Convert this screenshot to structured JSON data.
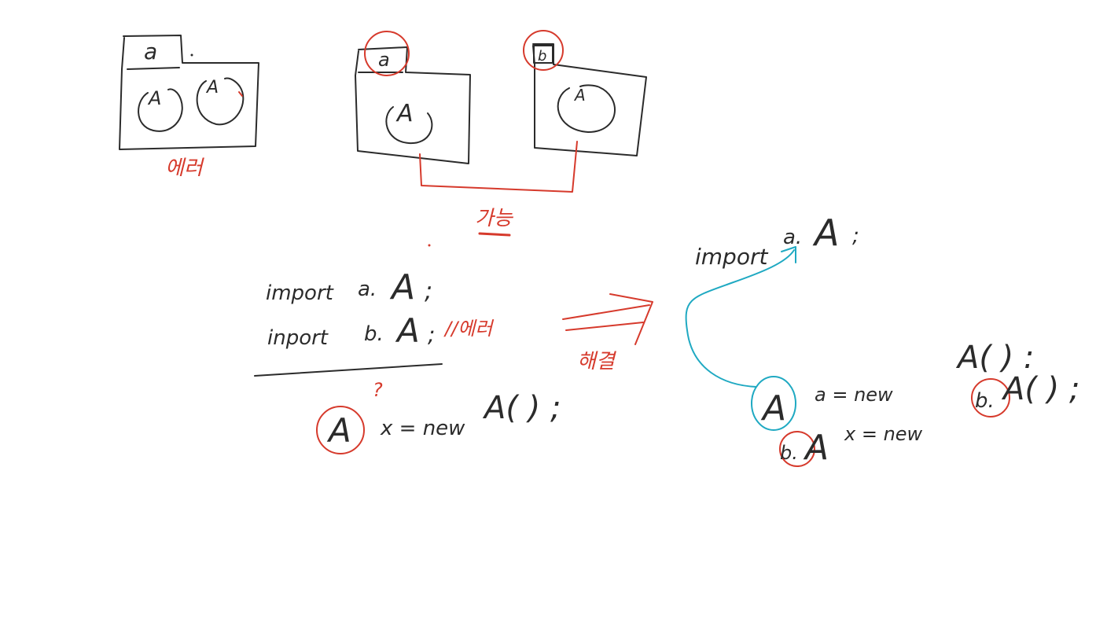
{
  "colors": {
    "ink": "#2b2b2b",
    "red": "#d63a2c",
    "cyan": "#1fa9c2",
    "background": "#ffffff"
  },
  "packages": {
    "left": {
      "tab_label": "a",
      "classes": [
        "A",
        "A"
      ],
      "caption": "에러"
    },
    "middle": {
      "tab_label": "a",
      "classes": [
        "A"
      ]
    },
    "right": {
      "tab_label": "b",
      "classes": [
        "A"
      ]
    },
    "connector_caption": "가능"
  },
  "code_left": {
    "line1_keyword": "import",
    "line1_pkg": "a.",
    "line1_cls": "A",
    "line1_semi": ";",
    "line2_keyword": "inport",
    "line2_pkg": "b.",
    "line2_cls": "A",
    "line2_semi": ";",
    "line2_comment": "//에러",
    "question": "?",
    "line3_type": "A",
    "line3_rest": "x = new",
    "line3_ctor": "A( ) ;"
  },
  "arrow_caption": "해결",
  "code_right": {
    "import_keyword": "import",
    "import_pkg": "a.",
    "import_cls": "A",
    "import_semi": ";",
    "line1_type": "A",
    "line1_rest": "a  =  new",
    "line1_ctor": "A( ) :",
    "line2_prefix": "b.",
    "line2_type": "A",
    "line2_rest": "x  =  new",
    "line2_pkg": "b.",
    "line2_ctor": "A( ) ;"
  }
}
